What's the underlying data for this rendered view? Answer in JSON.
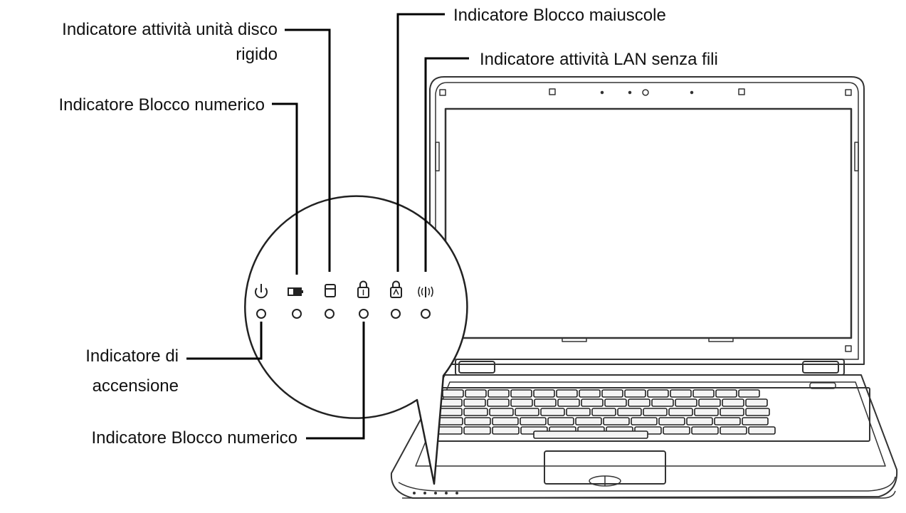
{
  "labels": {
    "hdd_line1": "Indicatore attività unità disco",
    "hdd_line2": "rigido",
    "num_lock_top": "Indicatore Blocco numerico",
    "caps_lock": "Indicatore Blocco maiuscole",
    "wlan": "Indicatore attività LAN senza fili",
    "power_line1": "Indicatore di",
    "power_line2": "accensione",
    "num_lock_bottom": "Indicatore Blocco numerico"
  },
  "indicators": [
    {
      "id": "power",
      "icon": "power-icon"
    },
    {
      "id": "battery",
      "icon": "battery-icon"
    },
    {
      "id": "hdd",
      "icon": "hard-disk-icon"
    },
    {
      "id": "num-lock",
      "icon": "num-lock-icon"
    },
    {
      "id": "caps-lock",
      "icon": "caps-lock-icon"
    },
    {
      "id": "wlan",
      "icon": "wireless-icon"
    }
  ]
}
